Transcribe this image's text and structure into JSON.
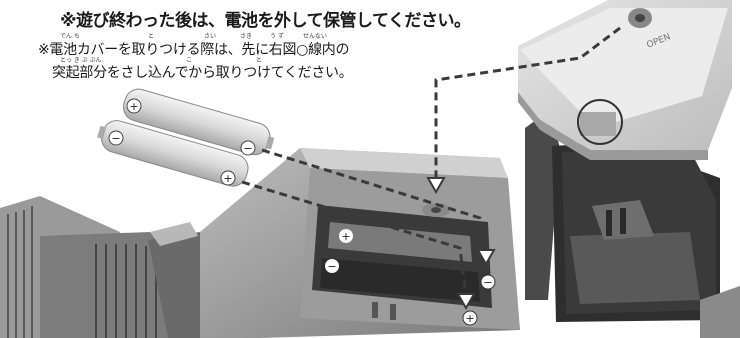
{
  "instructions": {
    "line_after_play": "※遊び終わった後は、電池を外して保管してください。",
    "note_line1": "※電池カバーを取りつける際は、先に右図○線内の",
    "note_line2": "突起部分をさし込んでから取りつけてください。"
  },
  "furigana": {
    "denchi": "でん ち",
    "to": "と",
    "sai": "さい",
    "saki": "さき",
    "uzu": "う ず",
    "sennai": "せんない",
    "tokkibubun": "とっ き ぶ ぶん",
    "ko": "こ",
    "to2": "と"
  },
  "cover_label": "OPEN",
  "battery_marks": {
    "plus": "+",
    "minus": "−"
  }
}
